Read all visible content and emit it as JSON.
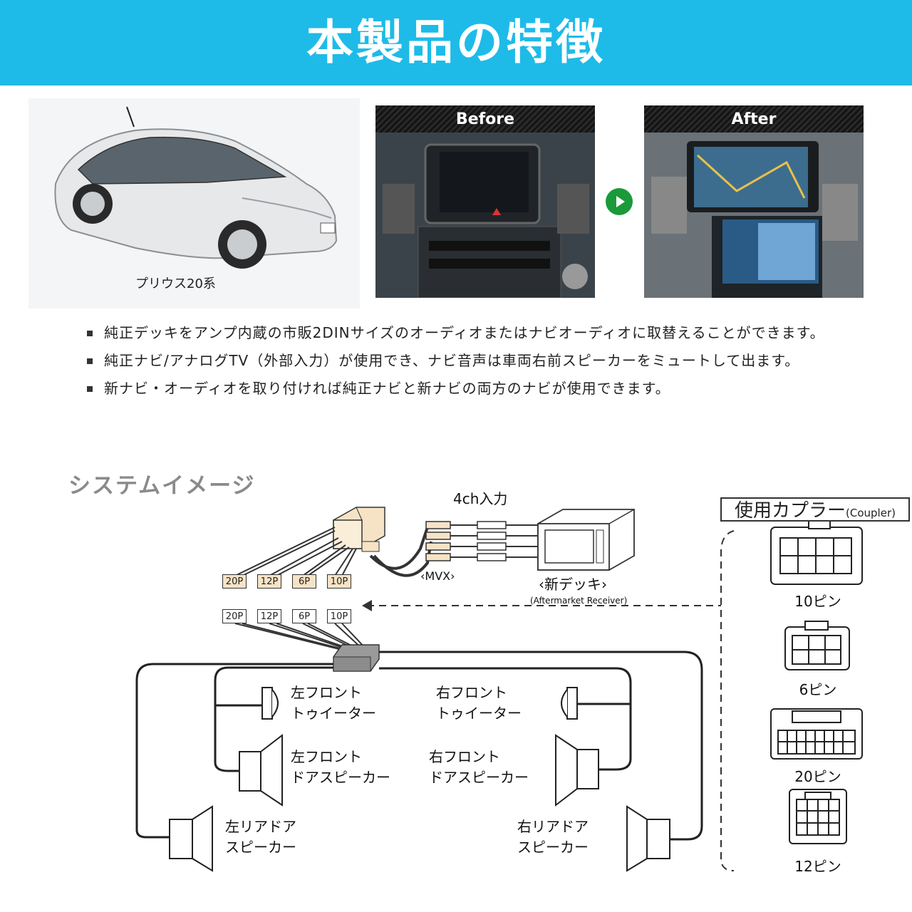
{
  "banner": {
    "title": "本製品の特徴"
  },
  "car": {
    "caption": "プリウス20系"
  },
  "before_panel": {
    "label": "Before"
  },
  "after_panel": {
    "label": "After"
  },
  "bullets": [
    {
      "text": "純正デッキをアンプ内蔵の市販2DINサイズのオーディオまたはナビオーディオに取替えることができます。"
    },
    {
      "text": "純正ナビ/アナログTV（外部入力）が使用でき、ナビ音声は車両右前スピーカーをミュートして出ます。"
    },
    {
      "text": "新ナビ・オーディオを取り付ければ純正ナビと新ナビの両方のナビが使用できます。"
    }
  ],
  "system": {
    "title": "システムイメージ",
    "input_label": "4ch入力",
    "mvx_label": "‹MVX›",
    "deck_label": "‹新デッキ›",
    "deck_sub": "(Aftermarket Receiver)",
    "connectors_top": [
      "20P",
      "12P",
      "6P",
      "10P"
    ],
    "connectors_bottom": [
      "20P",
      "12P",
      "6P",
      "10P"
    ],
    "speakers": {
      "lf_tweeter": [
        "左フロント",
        "トゥイーター"
      ],
      "rf_tweeter": [
        "右フロント",
        "トゥイーター"
      ],
      "lf_door": [
        "左フロント",
        "ドアスピーカー"
      ],
      "rf_door": [
        "右フロント",
        "ドアスピーカー"
      ],
      "lr_door": [
        "左リアドア",
        "スピーカー"
      ],
      "rr_door": [
        "右リアドア",
        "スピーカー"
      ]
    }
  },
  "couplers": {
    "title": "使用カプラー",
    "title_en": "(Coupler)",
    "items": [
      {
        "label": "10ピン"
      },
      {
        "label": "6ピン"
      },
      {
        "label": "20ピン"
      },
      {
        "label": "12ピン"
      }
    ]
  },
  "colors": {
    "banner": "#1ebbe8",
    "arrow": "#1a9a3a",
    "connector": "#f6e3c6"
  }
}
